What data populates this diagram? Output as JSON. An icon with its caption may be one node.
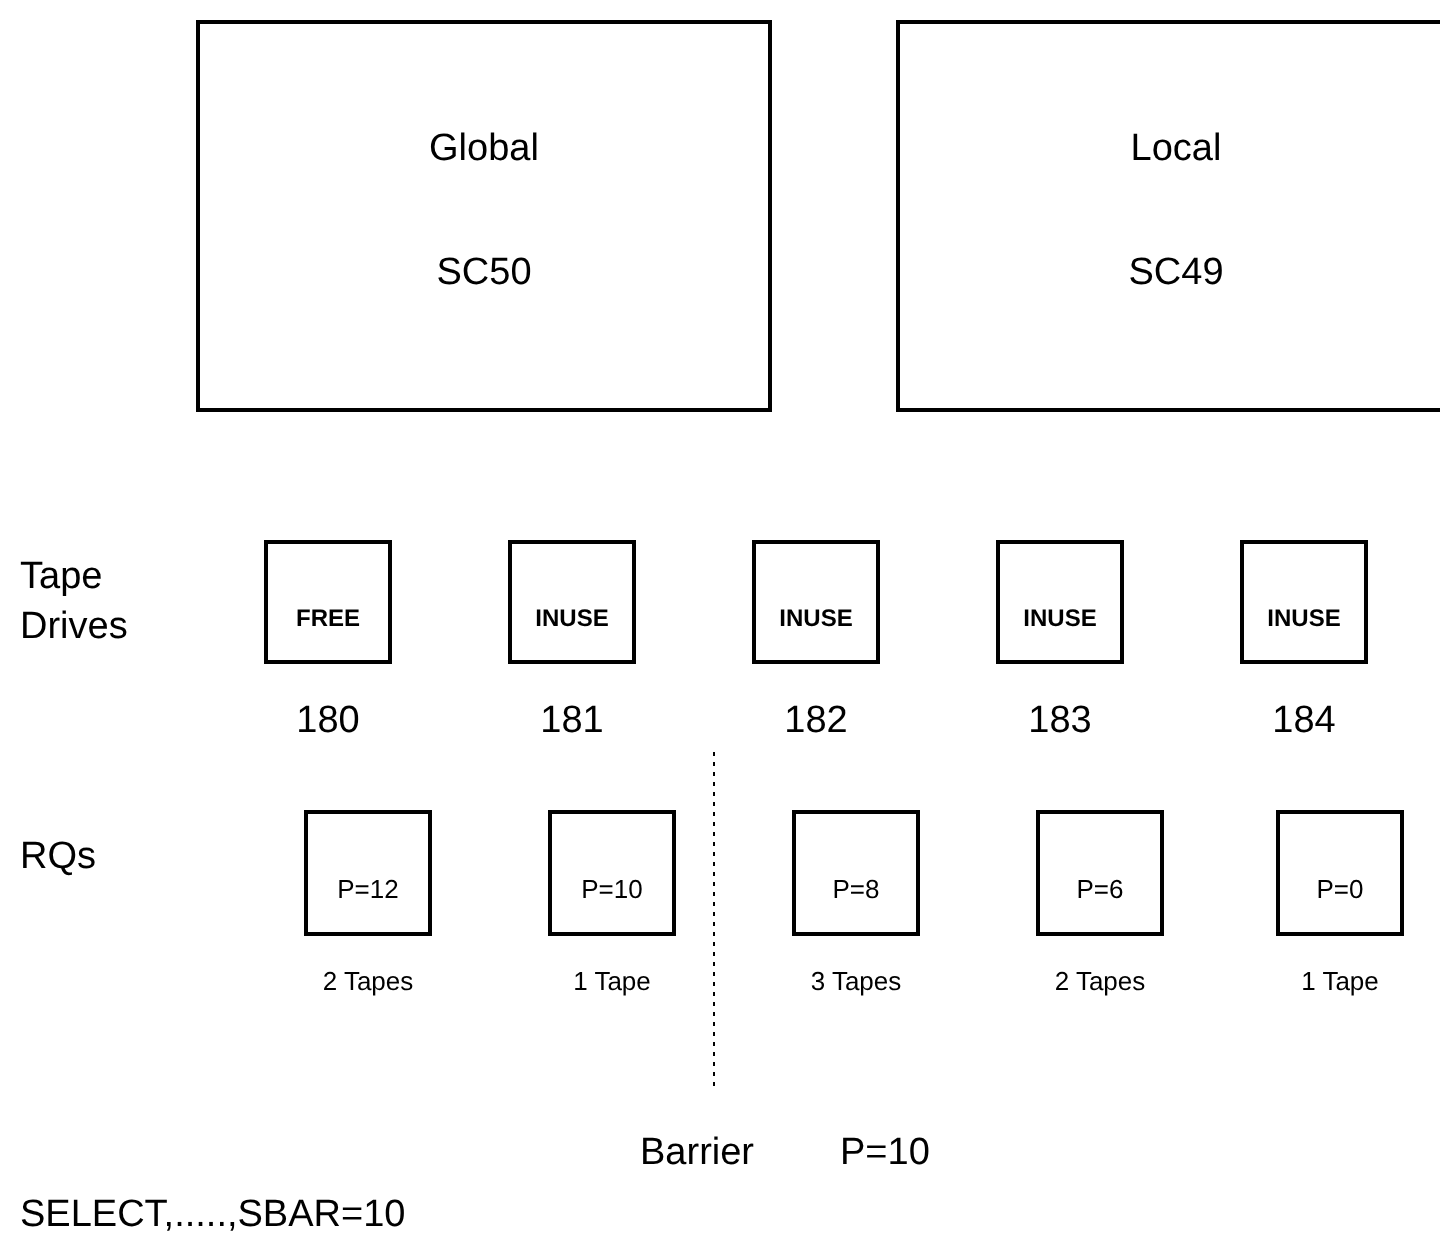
{
  "diagram": {
    "nodes": [
      {
        "text": [
          "Global",
          "SC50"
        ]
      },
      {
        "text": [
          "Local",
          "SC49"
        ]
      },
      {
        "text": [
          "FREE"
        ],
        "beside": [
          "180"
        ]
      },
      {
        "text": [
          "INUSE"
        ],
        "beside": [
          "181"
        ]
      },
      {
        "text": [
          "INUSE"
        ],
        "beside": [
          "182"
        ]
      },
      {
        "text": [
          "INUSE"
        ],
        "beside": [
          "183"
        ]
      },
      {
        "text": [
          "INUSE"
        ],
        "beside": [
          "184"
        ]
      },
      {
        "text": [
          "P=12"
        ],
        "beside": [
          "2 Tapes"
        ]
      },
      {
        "text": [
          "P=10"
        ],
        "beside": [
          "1 Tape"
        ]
      },
      {
        "text": [
          "P=8"
        ],
        "beside": [
          "3 Tapes"
        ]
      },
      {
        "text": [
          "P=6"
        ],
        "beside": [
          "2 Tapes"
        ]
      },
      {
        "text": [
          "P=0"
        ],
        "beside": [
          "1 Tape"
        ]
      }
    ],
    "labels": [
      "Tape Drives",
      "RQs",
      "Barrier",
      "P=10",
      "SELECT,.....,SBAR=10"
    ]
  }
}
